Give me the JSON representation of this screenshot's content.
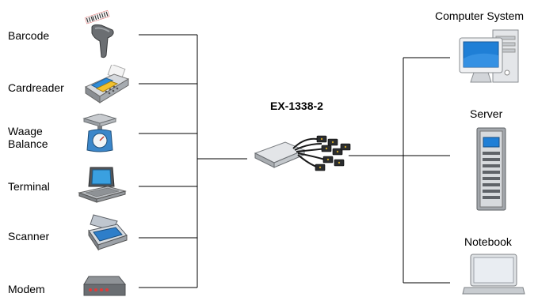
{
  "hub": {
    "label": "EX-1338-2"
  },
  "left_devices": [
    {
      "label": "Barcode",
      "icon": "barcode-scanner-icon"
    },
    {
      "label": "Cardreader",
      "icon": "card-reader-icon"
    },
    {
      "label_line1": "Waage",
      "label_line2": "Balance",
      "icon": "scale-icon"
    },
    {
      "label": "Terminal",
      "icon": "terminal-icon"
    },
    {
      "label": "Scanner",
      "icon": "flatbed-scanner-icon"
    },
    {
      "label": "Modem",
      "icon": "modem-icon"
    }
  ],
  "right_devices": [
    {
      "label": "Computer System",
      "icon": "desktop-computer-icon"
    },
    {
      "label": "Server",
      "icon": "server-rack-icon"
    },
    {
      "label": "Notebook",
      "icon": "laptop-icon"
    }
  ],
  "colors": {
    "line": "#000000",
    "screen": "#1f7fd6",
    "metal": "#bfc3c8"
  }
}
